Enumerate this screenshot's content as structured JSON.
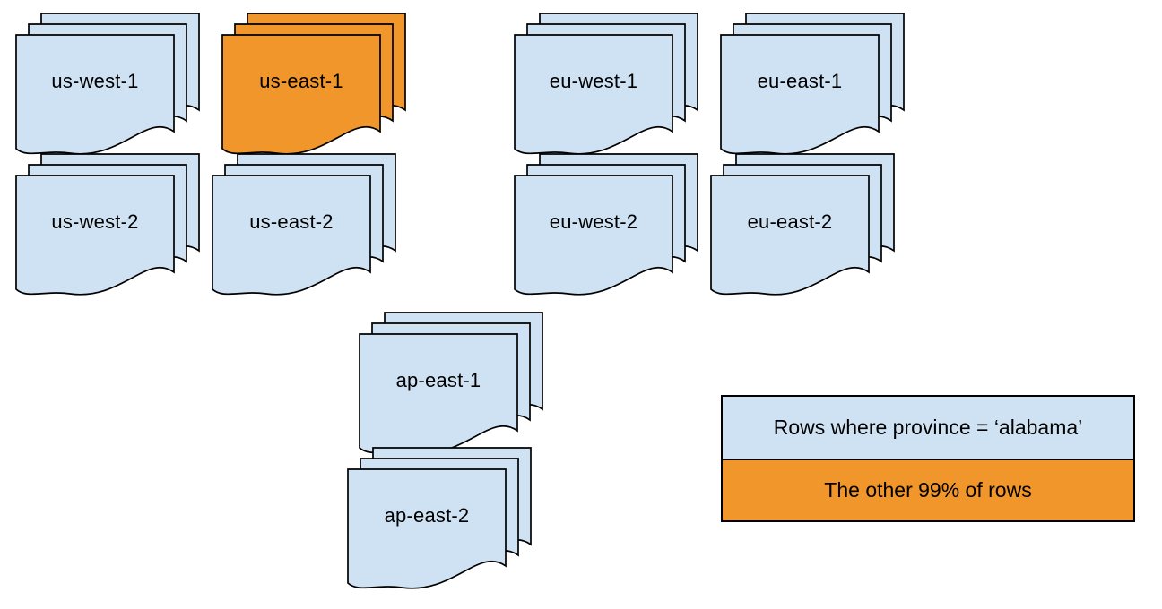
{
  "diagram": {
    "regions": [
      {
        "id": "us-west-1",
        "label": "us-west-1",
        "highlight": false
      },
      {
        "id": "us-east-1",
        "label": "us-east-1",
        "highlight": true
      },
      {
        "id": "eu-west-1",
        "label": "eu-west-1",
        "highlight": false
      },
      {
        "id": "eu-east-1",
        "label": "eu-east-1",
        "highlight": false
      },
      {
        "id": "us-west-2",
        "label": "us-west-2",
        "highlight": false
      },
      {
        "id": "us-east-2",
        "label": "us-east-2",
        "highlight": false
      },
      {
        "id": "eu-west-2",
        "label": "eu-west-2",
        "highlight": false
      },
      {
        "id": "eu-east-2",
        "label": "eu-east-2",
        "highlight": false
      },
      {
        "id": "ap-east-1",
        "label": "ap-east-1",
        "highlight": false
      },
      {
        "id": "ap-east-2",
        "label": "ap-east-2",
        "highlight": false
      }
    ],
    "legend": {
      "items": [
        {
          "label": "Rows where province = ‘alabama’",
          "color": "#cfe2f3"
        },
        {
          "label": "The other 99% of rows",
          "color": "#f0962b"
        }
      ]
    },
    "colors": {
      "page_fill": "#cfe2f3",
      "highlight_fill": "#f0962b",
      "stroke": "#000000",
      "background": "#ffffff"
    }
  }
}
